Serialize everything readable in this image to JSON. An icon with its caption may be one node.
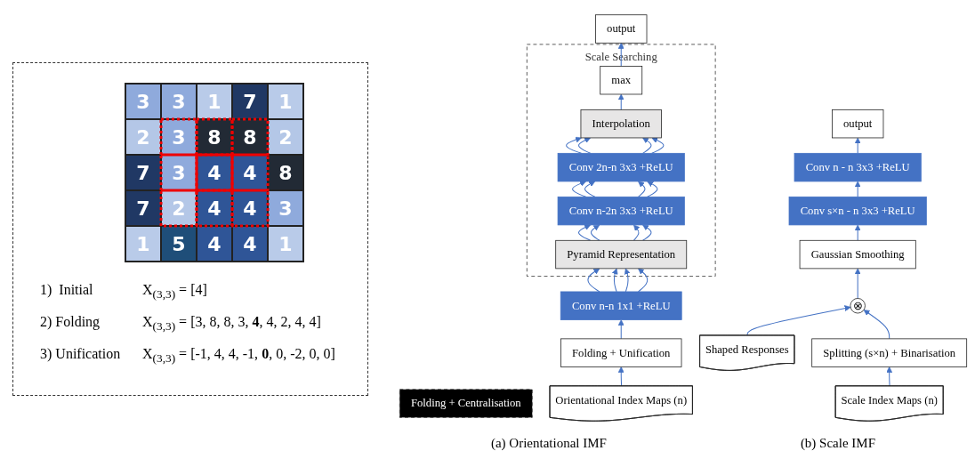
{
  "diagram": {
    "nodes": [
      {
        "text": [
          "Folding + Centralisation"
        ]
      },
      {
        "text": [
          "output"
        ]
      },
      {
        "text": [
          "Scale Searching"
        ]
      },
      {
        "text": [
          "max"
        ],
        "in": 2
      },
      {
        "text": [
          "Interpolation"
        ],
        "in": 2
      },
      {
        "text": [
          "Conv 2n-n 3x3 +ReLU"
        ],
        "in": 2
      },
      {
        "text": [
          "Conv n-2n 3x3 +ReLU"
        ],
        "in": 2
      },
      {
        "text": [
          "Pyramid Representation"
        ],
        "in": 2
      },
      {
        "text": [
          "Conv n-n 1x1 +ReLU"
        ]
      },
      {
        "text": [
          "Folding + Unification"
        ]
      },
      {
        "text": [
          "Orientational Index Maps (n)"
        ]
      },
      {
        "text": [
          "output"
        ]
      },
      {
        "text": [
          "Conv n - n 3x3 +ReLU"
        ]
      },
      {
        "text": [
          "Conv s×n - n 3x3 +ReLU"
        ]
      },
      {
        "text": [
          "Gaussian Smoothing"
        ]
      },
      {
        "text": [
          "⊗"
        ]
      },
      {
        "text": [
          "Splitting (s×n) + Binarisation"
        ]
      },
      {
        "text": [
          "Shaped Responses"
        ]
      },
      {
        "text": [
          "Scale Index Maps (n)"
        ]
      }
    ],
    "edges": [
      {
        "from": 10,
        "to": 9,
        "arrow": "to"
      },
      {
        "from": 9,
        "to": 8,
        "arrow": "to"
      },
      {
        "from": 8,
        "to": 7,
        "arrow": "to"
      },
      {
        "from": 8,
        "to": 7,
        "arrow": "to"
      },
      {
        "from": 8,
        "to": 7,
        "arrow": "to"
      },
      {
        "from": 8,
        "to": 7,
        "arrow": "to"
      },
      {
        "from": 7,
        "to": 6,
        "arrow": "to"
      },
      {
        "from": 7,
        "to": 6,
        "arrow": "to"
      },
      {
        "from": 7,
        "to": 6,
        "arrow": "to"
      },
      {
        "from": 7,
        "to": 6,
        "arrow": "to"
      },
      {
        "from": 6,
        "to": 5,
        "arrow": "to"
      },
      {
        "from": 6,
        "to": 5,
        "arrow": "to"
      },
      {
        "from": 6,
        "to": 5,
        "arrow": "to"
      },
      {
        "from": 6,
        "to": 5,
        "arrow": "to"
      },
      {
        "from": 5,
        "to": 4,
        "arrow": "to"
      },
      {
        "from": 5,
        "to": 4,
        "arrow": "to"
      },
      {
        "from": 5,
        "to": 4,
        "arrow": "to"
      },
      {
        "from": 5,
        "to": 4,
        "arrow": "to"
      },
      {
        "from": 4,
        "to": 3,
        "arrow": "to"
      },
      {
        "from": 3,
        "to": 1,
        "arrow": "to"
      },
      {
        "from": 18,
        "to": 16,
        "arrow": "to"
      },
      {
        "from": 17,
        "to": 15,
        "arrow": "to"
      },
      {
        "from": 16,
        "to": 15,
        "arrow": "to"
      },
      {
        "from": 15,
        "to": 14,
        "arrow": "to"
      },
      {
        "from": 14,
        "to": 13,
        "arrow": "to"
      },
      {
        "from": 13,
        "to": 12,
        "arrow": "to"
      },
      {
        "from": 12,
        "to": 11,
        "arrow": "to"
      }
    ],
    "labels": [
      "3",
      "3",
      "1",
      "7",
      "1",
      "2",
      "3",
      "8",
      "8",
      "2",
      "7",
      "3",
      "4",
      "4",
      "8",
      "7",
      "2",
      "4",
      "4",
      "3",
      "1",
      "5",
      "4",
      "4",
      "1",
      "1)  Initial",
      "X$_{(3,3)}$ = [4]",
      "2) Folding",
      "X$_{(3,3)}$ = [3, 8, 8, 3, **4**, 4, 2, 4, 4]",
      "3) Unification",
      "X$_{(3,3)}$ = [-1, 4, 4, -1, **0**, 0, -2, 0, 0]",
      "(a) Orientational IMF",
      "(b) Scale IMF"
    ]
  }
}
